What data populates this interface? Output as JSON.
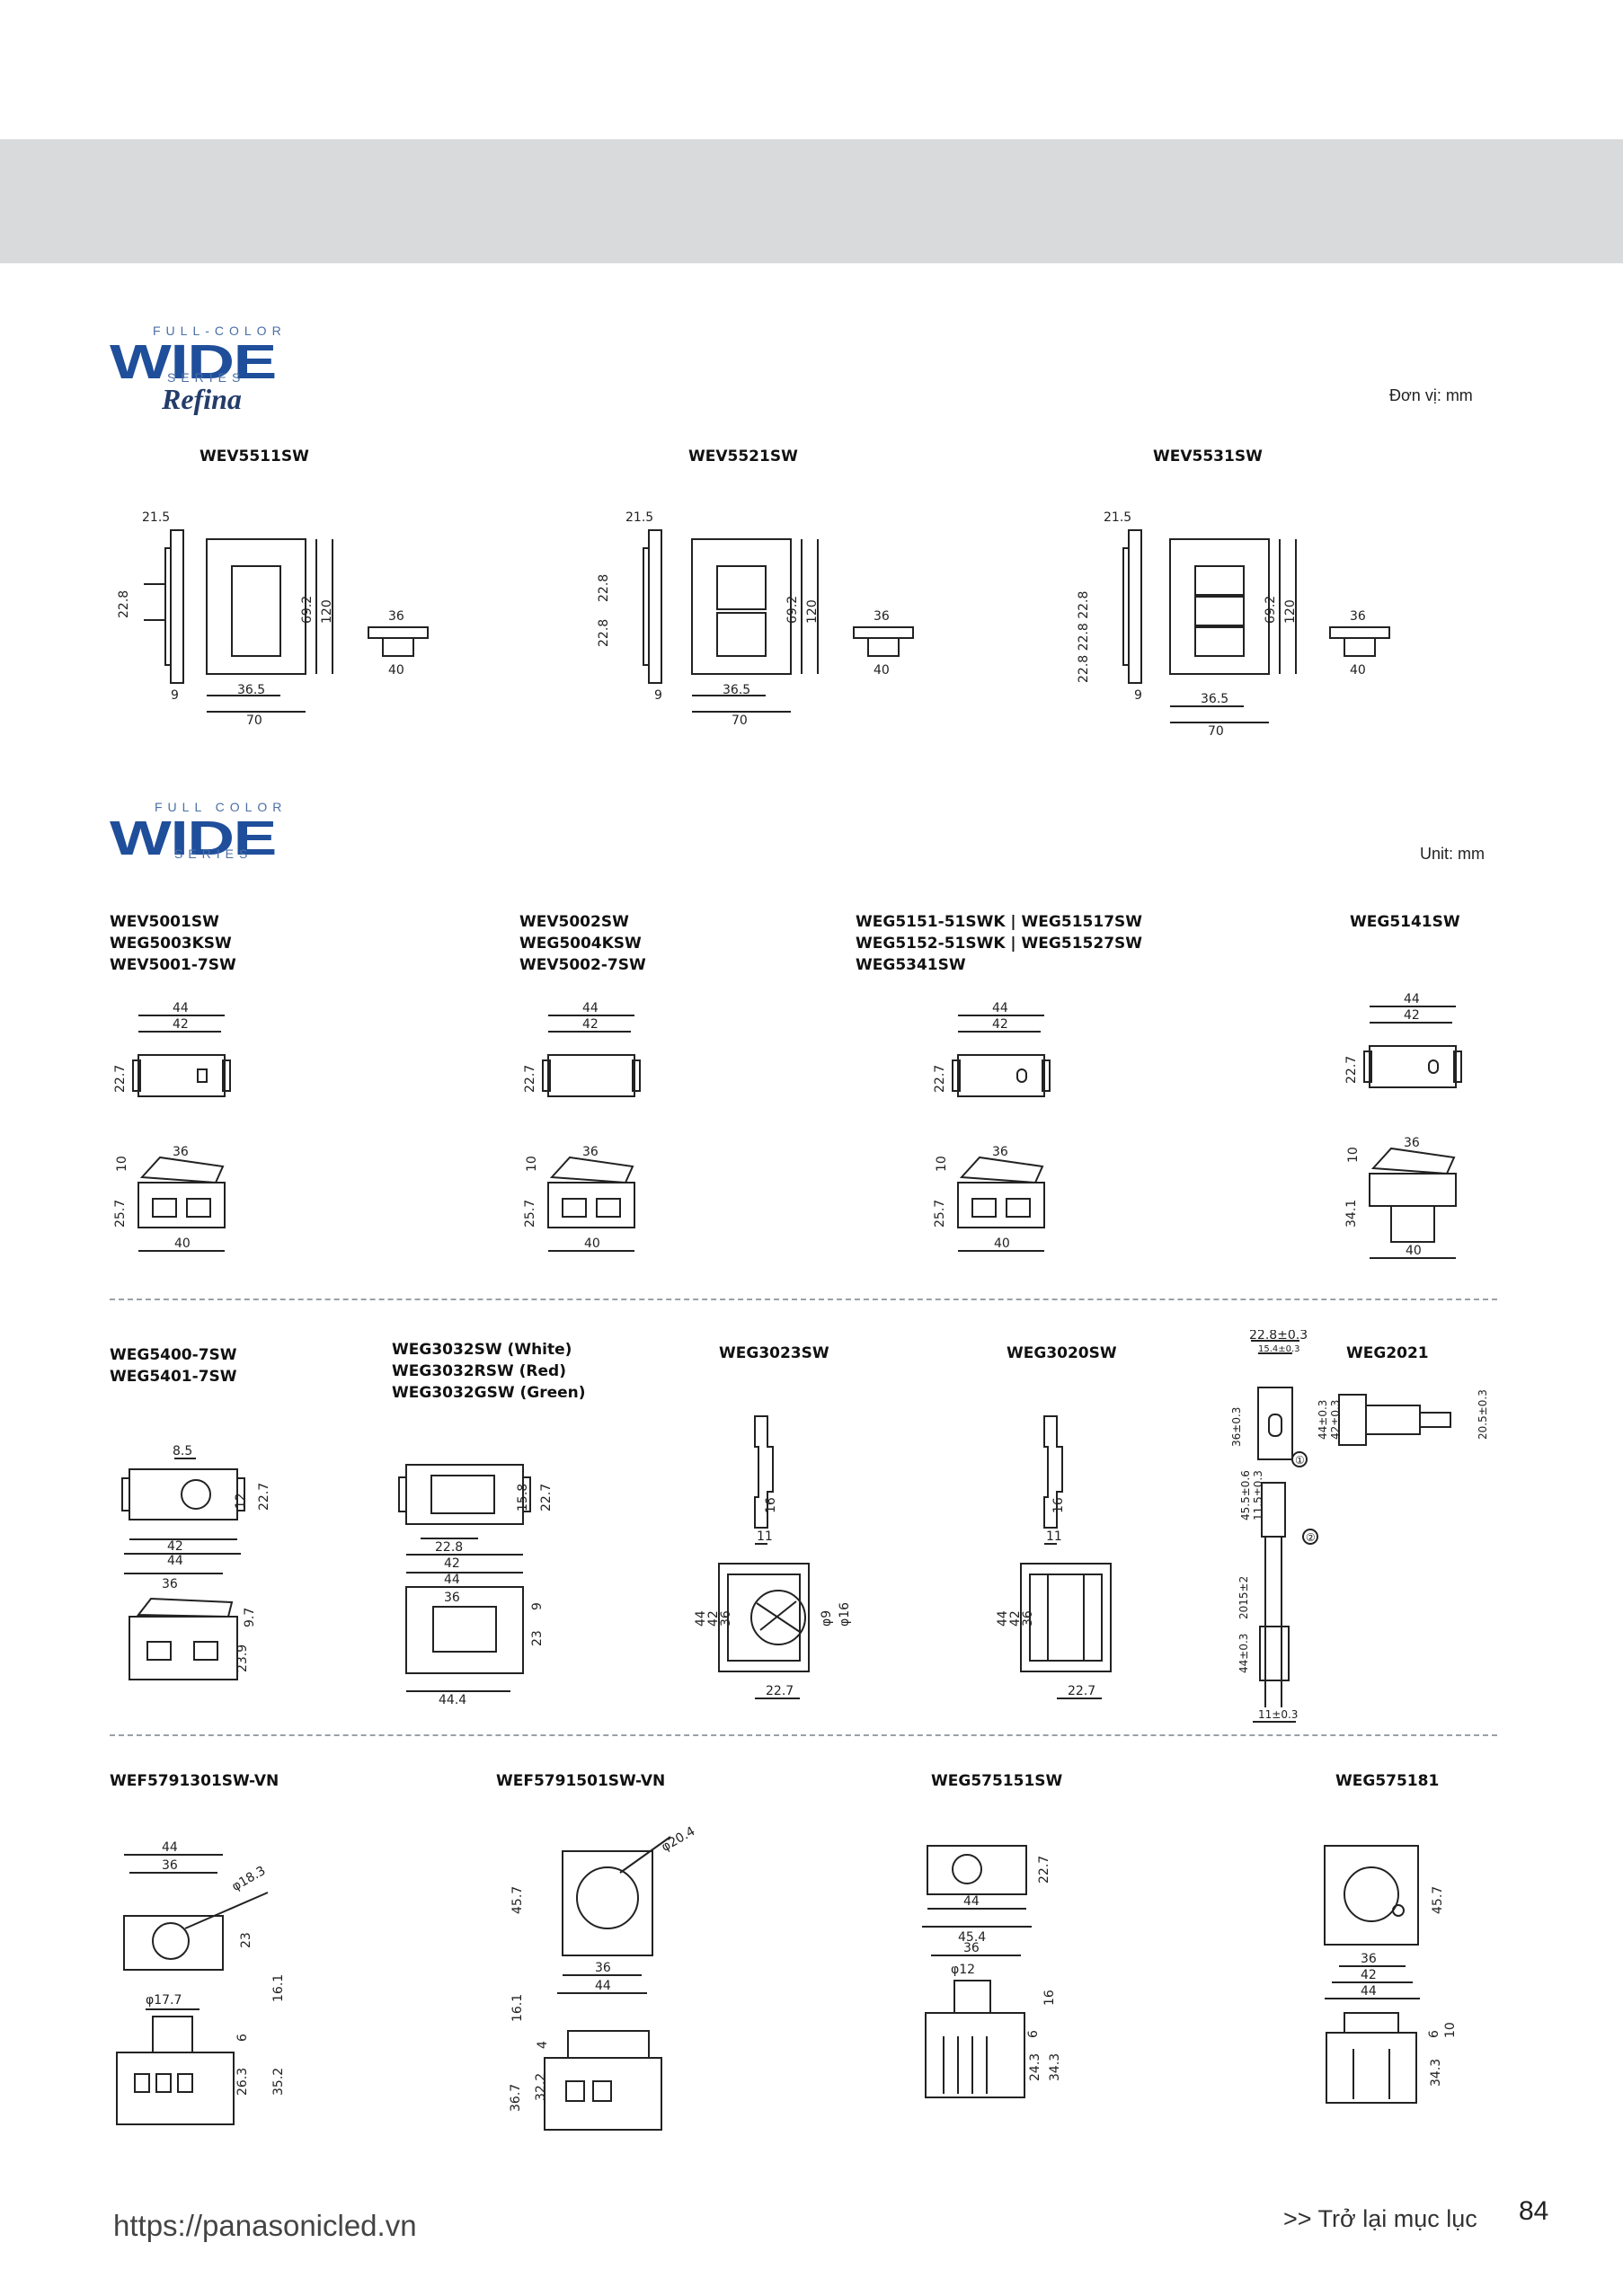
{
  "series_refina": {
    "top": "FULL-COLOR",
    "wide": "WIDE",
    "sub": "SERIES",
    "refina": "Refina",
    "unit": "Đơn vị: mm"
  },
  "series_wide": {
    "top": "FULL COLOR",
    "wide": "WIDE",
    "sub": "SERIES",
    "unit": "Unit: mm"
  },
  "refina_models": [
    {
      "label": "WEV5511SW",
      "dims": [
        "21.5",
        "22.8",
        "69.2",
        "120",
        "9",
        "36.5",
        "70",
        "36",
        "40"
      ]
    },
    {
      "label": "WEV5521SW",
      "dims": [
        "21.5",
        "22.8",
        "22.8",
        "69.2",
        "120",
        "9",
        "36.5",
        "70",
        "36",
        "40"
      ]
    },
    {
      "label": "WEV5531SW",
      "dims": [
        "21.5",
        "22.8 22.8 22.8",
        "69.2",
        "120",
        "9",
        "36.5",
        "70",
        "36",
        "40"
      ]
    }
  ],
  "row1": [
    {
      "lines": [
        "WEV5001SW",
        "WEG5003KSW",
        "WEV5001-7SW"
      ],
      "dims": [
        "44",
        "42",
        "22.7",
        "10",
        "36",
        "25.7",
        "40"
      ]
    },
    {
      "lines": [
        "WEV5002SW",
        "WEG5004KSW",
        "WEV5002-7SW"
      ],
      "dims": [
        "44",
        "42",
        "22.7",
        "10",
        "36",
        "25.7",
        "40"
      ]
    },
    {
      "lines": [
        "WEG5151-51SWK | WEG51517SW",
        "WEG5152-51SWK | WEG51527SW",
        "WEG5341SW"
      ],
      "dims": [
        "44",
        "42",
        "22.7",
        "10",
        "36",
        "25.7",
        "40"
      ]
    },
    {
      "lines": [
        "WEG5141SW"
      ],
      "dims": [
        "44",
        "42",
        "22.7",
        "10",
        "36",
        "34.1",
        "40"
      ]
    }
  ],
  "row2": [
    {
      "lines": [
        "WEG5400-7SW",
        "WEG5401-7SW"
      ],
      "dims": [
        "8.5",
        "12",
        "22.7",
        "42",
        "44",
        "36",
        "9.7",
        "23.9"
      ]
    },
    {
      "lines": [
        "WEG3032SW (White)",
        "WEG3032RSW (Red)",
        "WEG3032GSW (Green)"
      ],
      "dims": [
        "15.8",
        "22.7",
        "22.8",
        "42",
        "44",
        "36",
        "9",
        "23",
        "44.4"
      ]
    },
    {
      "lines": [
        "WEG3023SW"
      ],
      "dims": [
        "16",
        "11",
        "44",
        "42",
        "36",
        "φ9",
        "φ16",
        "22.7"
      ]
    },
    {
      "lines": [
        "WEG3020SW"
      ],
      "dims": [
        "16",
        "11",
        "44",
        "42",
        "36",
        "22.7"
      ]
    },
    {
      "lines": [
        "WEG2021"
      ],
      "dims": [
        "22.8±0.3",
        "15.4±0.3",
        "36±0.3",
        "44±0.3",
        "42±0.3",
        "20.5±0.3",
        "45.5±0.6",
        "11.5±0.3",
        "2015±2",
        "44±0.3",
        "11±0.3",
        "①",
        "②"
      ]
    }
  ],
  "row3": [
    {
      "lines": [
        "WEF5791301SW-VN"
      ],
      "dims": [
        "44",
        "36",
        "φ18.3",
        "23",
        "φ17.7",
        "16.1",
        "6",
        "26.3",
        "35.2"
      ]
    },
    {
      "lines": [
        "WEF5791501SW-VN"
      ],
      "dims": [
        "φ20.4",
        "45.7",
        "36",
        "44",
        "16.1",
        "4",
        "32.2",
        "36.7"
      ]
    },
    {
      "lines": [
        "WEG575151SW"
      ],
      "dims": [
        "22.7",
        "44",
        "45.4",
        "36",
        "φ12",
        "16",
        "6",
        "24.3",
        "34.3"
      ]
    },
    {
      "lines": [
        "WEG575181"
      ],
      "dims": [
        "45.7",
        "36",
        "42",
        "44",
        "6",
        "10",
        "34.3"
      ]
    }
  ],
  "footer": {
    "url": "https://panasonicled.vn",
    "back": ">> Trở lại mục lục",
    "page": "84"
  }
}
